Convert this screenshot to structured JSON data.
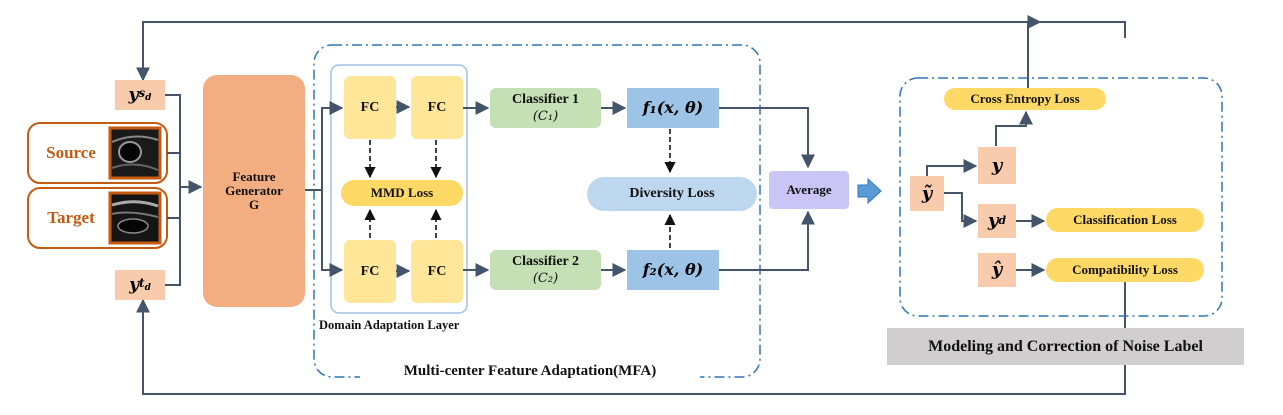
{
  "labels": {
    "y_sd": "y",
    "y_sd_sub": "s",
    "y_sd_subsub": "d",
    "y_td": "y",
    "y_td_sub": "t",
    "y_td_subsub": "d",
    "source": "Source",
    "target": "Target",
    "feature_generator_line1": "Feature",
    "feature_generator_line2": "Generator",
    "feature_generator_line3": "G",
    "fc": "FC",
    "mmd_loss": "MMD Loss",
    "domain_adaptation_layer": "Domain Adaptation Layer",
    "classifier1": "Classifier 1",
    "classifier1_sub": "(C₁)",
    "classifier2": "Classifier 2",
    "classifier2_sub": "(C₂)",
    "f1": "f₁(x, θ)",
    "f2": "f₂(x, θ)",
    "diversity_loss": "Diversity Loss",
    "average": "Average",
    "mfa_title": "Multi-center  Feature Adaptation(MFA)",
    "cross_entropy_loss": "Cross Entropy Loss",
    "y": "y",
    "y_tilde": "ỹ",
    "y_d": "y",
    "y_d_sup": "d",
    "y_hat": "ŷ",
    "classification_loss": "Classification Loss",
    "compatibility_loss": "Compatibility Loss",
    "noise_label_title": "Modeling and Correction of Noise Label"
  },
  "colors": {
    "orange_box": "#f4b183",
    "feature_generator": "#f2ad81",
    "source_border": "#c55a11",
    "fc_fill": "#ffe699",
    "mmd_fill": "#ffd966",
    "classifier_fill": "#c5e0b4",
    "f_fill": "#9dc3e6",
    "diversity_fill": "#bdd7ee",
    "average_fill": "#c9c5f5",
    "loss_pill": "#ffd966",
    "gray_title": "#d0cece",
    "line": "#44546a",
    "dash_border": "#2e75b6"
  }
}
